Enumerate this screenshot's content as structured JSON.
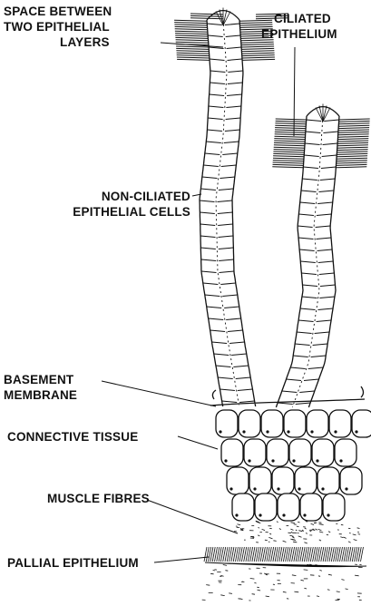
{
  "colors": {
    "ink": "#111111",
    "paper": "#ffffff"
  },
  "labels": {
    "space_between": [
      "SPACE BETWEEN",
      "TWO EPITHELIAL",
      "LAYERS"
    ],
    "ciliated_epithelium": [
      "CILIATED",
      "EPITHELIUM"
    ],
    "non_ciliated": [
      "NON-CILIATED",
      "EPITHELIAL CELLS"
    ],
    "basement_membrane": [
      "BASEMENT",
      "MEMBRANE"
    ],
    "connective_tissue": "CONNECTIVE TISSUE",
    "muscle_fibres": "MUSCLE FIBRES",
    "pallial_epithelium": "PALLIAL EPITHELIUM"
  }
}
